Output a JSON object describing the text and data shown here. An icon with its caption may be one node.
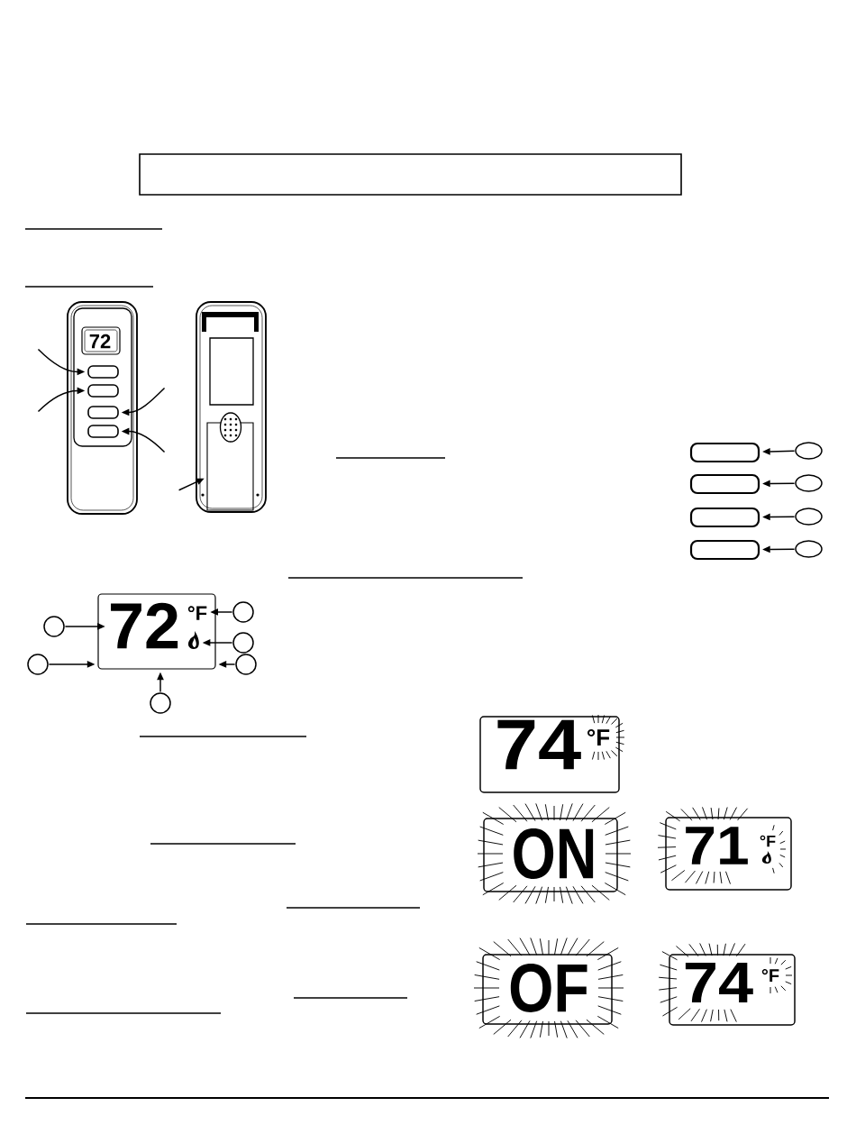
{
  "diagram": {
    "nodes": [
      {
        "text": [],
        "shape": "box"
      },
      {
        "text": [],
        "shape": "box"
      },
      {
        "text": [],
        "shape": "box"
      },
      {
        "text": [],
        "shape": "box"
      },
      {
        "text": [],
        "shape": "box"
      },
      {
        "text": [],
        "shape": "box"
      },
      {
        "text": [],
        "shape": "circle"
      },
      {
        "text": [],
        "shape": "box"
      },
      {
        "text": [],
        "shape": "circle"
      },
      {
        "text": [],
        "shape": "box"
      },
      {
        "text": [],
        "shape": "circle"
      },
      {
        "text": [],
        "shape": "box"
      },
      {
        "text": [],
        "shape": "circle"
      },
      {
        "text": [],
        "shape": "box"
      },
      {
        "text": [
          "72"
        ],
        "in": 13
      },
      {
        "text": [
          "°F"
        ],
        "in": 13
      },
      {
        "text": [],
        "shape": "picture",
        "in": 13
      },
      {
        "text": [],
        "shape": "circle"
      },
      {
        "text": [],
        "shape": "circle"
      },
      {
        "text": [],
        "shape": "circle"
      },
      {
        "text": [],
        "shape": "circle"
      },
      {
        "text": [],
        "shape": "circle"
      },
      {
        "text": [],
        "shape": "circle"
      }
    ],
    "edges": [
      {
        "from": null,
        "to": 0,
        "arrow": "to"
      },
      {
        "from": null,
        "to": 1,
        "arrow": "to"
      },
      {
        "from": null,
        "to": 2,
        "arrow": "to"
      },
      {
        "from": null,
        "to": 3,
        "arrow": "to"
      },
      {
        "from": null,
        "to": 4,
        "arrow": "to"
      },
      {
        "from": 6,
        "to": 5,
        "arrow": "to"
      },
      {
        "from": 8,
        "to": 7,
        "arrow": "to"
      },
      {
        "from": 10,
        "to": 9,
        "arrow": "to"
      },
      {
        "from": 12,
        "to": 11,
        "arrow": "to"
      },
      {
        "from": 17,
        "to": 14,
        "arrow": "to"
      },
      {
        "from": 18,
        "to": 15,
        "arrow": "to"
      },
      {
        "from": 19,
        "to": 16,
        "arrow": "to"
      },
      {
        "from": 20,
        "to": 13,
        "arrow": "to"
      },
      {
        "from": 21,
        "to": 13,
        "arrow": "to"
      },
      {
        "from": 22,
        "to": 13,
        "arrow": "to"
      }
    ],
    "labels": [
      "72",
      "74",
      "°F",
      "ON",
      "71",
      "°F",
      "OF",
      "74",
      "°F"
    ]
  }
}
